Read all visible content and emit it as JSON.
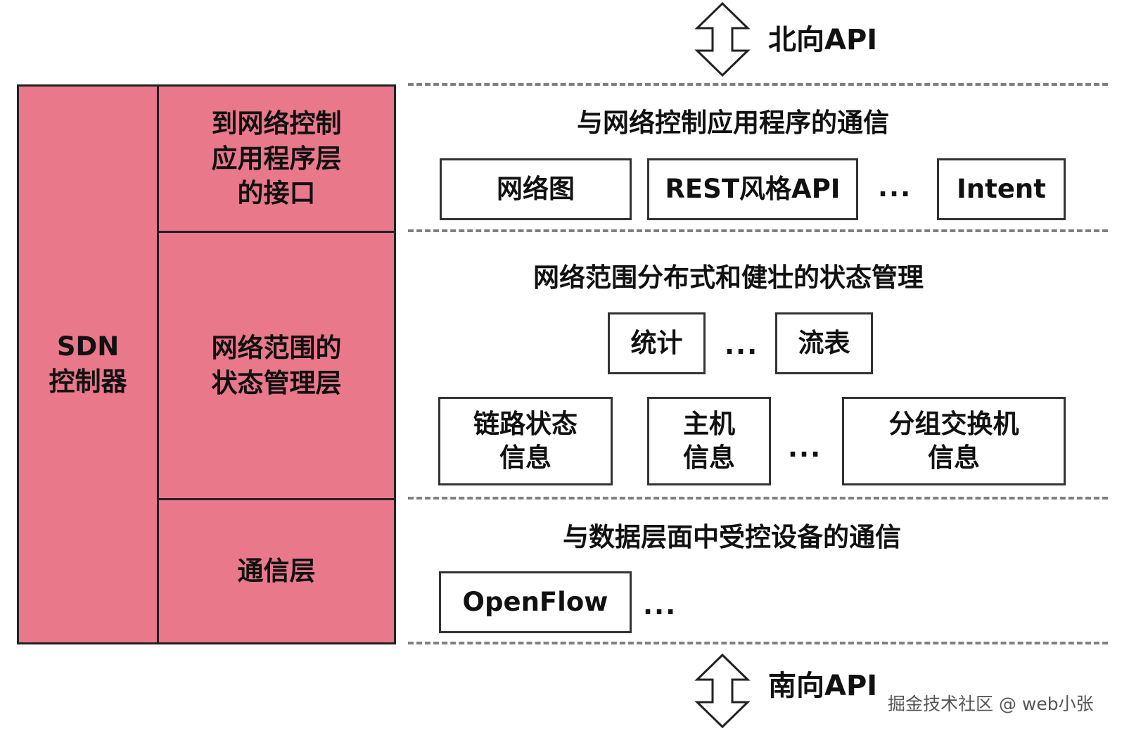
{
  "apis": {
    "north": "北向API",
    "south": "南向API"
  },
  "controller": {
    "title": [
      "SDN",
      "控制器"
    ],
    "layers": {
      "interface": [
        "到网络控制",
        "应用程序层",
        "的接口"
      ],
      "state": [
        "网络范围的",
        "状态管理层"
      ],
      "communication": [
        "通信层"
      ]
    }
  },
  "sections": {
    "app_comm": {
      "title": "与网络控制应用程序的通信",
      "items": [
        "网络图",
        "REST风格API",
        "Intent"
      ],
      "ellipsis": "..."
    },
    "state_mgmt": {
      "title": "网络范围分布式和健壮的状态管理",
      "row1": [
        "统计",
        "流表"
      ],
      "row1_ellipsis": "...",
      "row2": {
        "link_state": [
          "链路状态",
          "信息"
        ],
        "host": [
          "主机",
          "信息"
        ],
        "switch": [
          "分组交换机",
          "信息"
        ]
      },
      "row2_ellipsis": "..."
    },
    "device_comm": {
      "title": "与数据层面中受控设备的通信",
      "items": [
        "OpenFlow"
      ],
      "ellipsis": "..."
    }
  },
  "watermark": "掘金技术社区 @ web小张",
  "colors": {
    "controller_fill": "#e8788a",
    "border": "#222222",
    "dash": "#808080"
  }
}
